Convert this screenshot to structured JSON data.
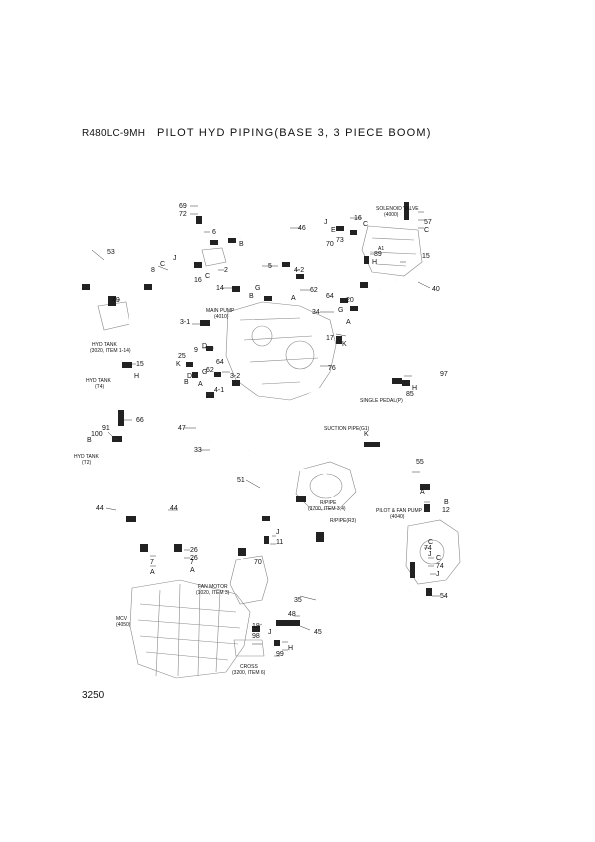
{
  "header": {
    "model": "R480LC-9MH",
    "title": "PILOT HYD PIPING(BASE 3, 3 PIECE BOOM)"
  },
  "footer": {
    "page_number": "3250"
  },
  "components": {
    "solenoid_valve": "SOLENOID VALVE",
    "solenoid_valve_ref": "(4000)",
    "main_pump": "MAIN PUMP",
    "main_pump_ref": "(4010)",
    "hyd_tank_1": "HYD TANK",
    "hyd_tank_1_ref": "(3020, ITEM 1-14)",
    "hyd_tank_t4": "HYD TANK",
    "hyd_tank_t4_tag": "(T4)",
    "hyd_tank_t2": "HYD TANK",
    "hyd_tank_t2_tag": "(T2)",
    "single_pedal": "SINGLE PEDAL(P)",
    "suction_pipe": "SUCTION PIPE(G1)",
    "r_pipe": "R/PIPE",
    "r_pipe_ref": "(3700, ITEM 3,4)",
    "r_pipe_r3": "R/PIPE(R3)",
    "pilot_fan_pump": "PILOT & FAN PUMP",
    "pilot_fan_pump_ref": "(4040)",
    "fan_motor": "FAN MOTOR",
    "fan_motor_ref": "(1020, ITEM 3)",
    "mcv": "MCV",
    "mcv_ref": "(4050)",
    "cross": "CROSS",
    "cross_ref": "(3200, ITEM 6)"
  },
  "callouts": [
    "69",
    "72",
    "6",
    "46",
    "16",
    "C",
    "57",
    "C",
    "J",
    "E",
    "B",
    "70",
    "73",
    "53",
    "C",
    "8",
    "J",
    "C",
    "16",
    "2",
    "5",
    "4-2",
    "89",
    "H",
    "A1",
    "15",
    "14",
    "G",
    "62",
    "64",
    "40",
    "49",
    "B",
    "A",
    "34",
    "20",
    "G",
    "A",
    "3-1",
    "17",
    "K",
    "9",
    "D",
    "25",
    "64",
    "62",
    "3-2",
    "76",
    "97",
    "15",
    "G",
    "K",
    "D",
    "B",
    "A",
    "H",
    "85",
    "66",
    "4-1",
    "H",
    "47",
    "33",
    "91",
    "100",
    "B",
    "K",
    "55",
    "51",
    "44",
    "44",
    "A",
    "B",
    "12",
    "J",
    "11",
    "C",
    "74",
    "J",
    "26",
    "26",
    "7",
    "7",
    "A",
    "A",
    "70",
    "C",
    "74",
    "J",
    "54",
    "35",
    "48",
    "45",
    "18",
    "98",
    "J",
    "H",
    "99"
  ]
}
